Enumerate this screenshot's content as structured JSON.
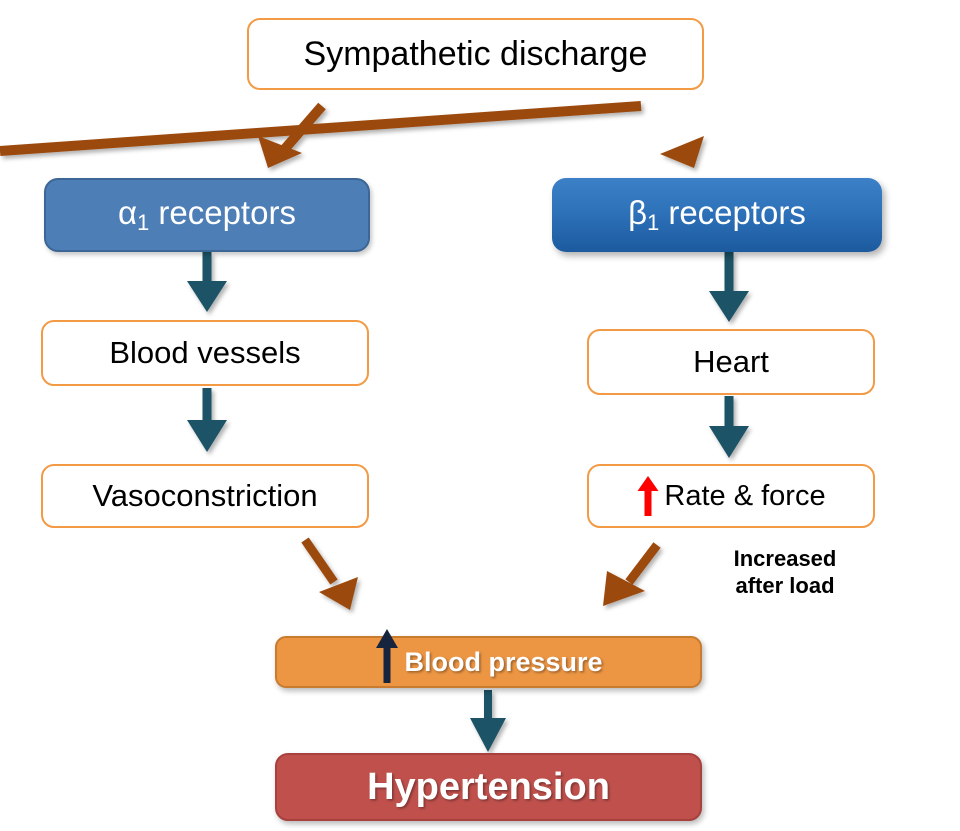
{
  "diagram": {
    "title": "Sympathetic discharge pathway to hypertension",
    "colors": {
      "outline_border": "#F29A44",
      "alpha_box_fill": "#4D7EB6",
      "beta_box_fill_top": "#3C80C8",
      "beta_box_fill_bottom": "#1C5A9E",
      "blood_pressure_fill": "#EC9543",
      "hypertension_fill": "#BF504C",
      "brown_arrow": "#9C4A11",
      "teal_arrow": "#1F5366",
      "red_up_arrow": "#FF0000",
      "navy_up_arrow": "#16253D",
      "text_dark": "#000000",
      "text_light": "#FFFFFF"
    },
    "nodes": {
      "sympathetic_discharge": {
        "label": "Sympathetic discharge"
      },
      "alpha1_receptors": {
        "label_prefix": "α",
        "label_sub": "1",
        "label_suffix": " receptors"
      },
      "beta1_receptors": {
        "label_prefix": "β",
        "label_sub": "1",
        "label_suffix": " receptors"
      },
      "blood_vessels": {
        "label": "Blood vessels"
      },
      "heart": {
        "label": "Heart"
      },
      "vasoconstriction": {
        "label": "Vasoconstriction"
      },
      "rate_and_force": {
        "label": "Rate & force",
        "icon": "red-up-arrow-icon"
      },
      "blood_pressure": {
        "label": "Blood pressure",
        "icon": "navy-up-arrow-icon"
      },
      "hypertension": {
        "label": "Hypertension"
      }
    },
    "annotations": {
      "increased_after_load": "Increased\nafter load"
    },
    "edges": [
      {
        "from": "sympathetic_discharge",
        "to": "alpha1_receptors",
        "style": "brown-diagonal"
      },
      {
        "from": "sympathetic_discharge",
        "to": "beta1_receptors",
        "style": "brown-diagonal"
      },
      {
        "from": "alpha1_receptors",
        "to": "blood_vessels",
        "style": "teal-vertical"
      },
      {
        "from": "beta1_receptors",
        "to": "heart",
        "style": "teal-vertical"
      },
      {
        "from": "blood_vessels",
        "to": "vasoconstriction",
        "style": "teal-vertical"
      },
      {
        "from": "heart",
        "to": "rate_and_force",
        "style": "teal-vertical"
      },
      {
        "from": "vasoconstriction",
        "to": "blood_pressure",
        "style": "brown-diagonal"
      },
      {
        "from": "rate_and_force",
        "to": "blood_pressure",
        "style": "brown-diagonal"
      },
      {
        "from": "blood_pressure",
        "to": "hypertension",
        "style": "teal-vertical"
      }
    ]
  }
}
